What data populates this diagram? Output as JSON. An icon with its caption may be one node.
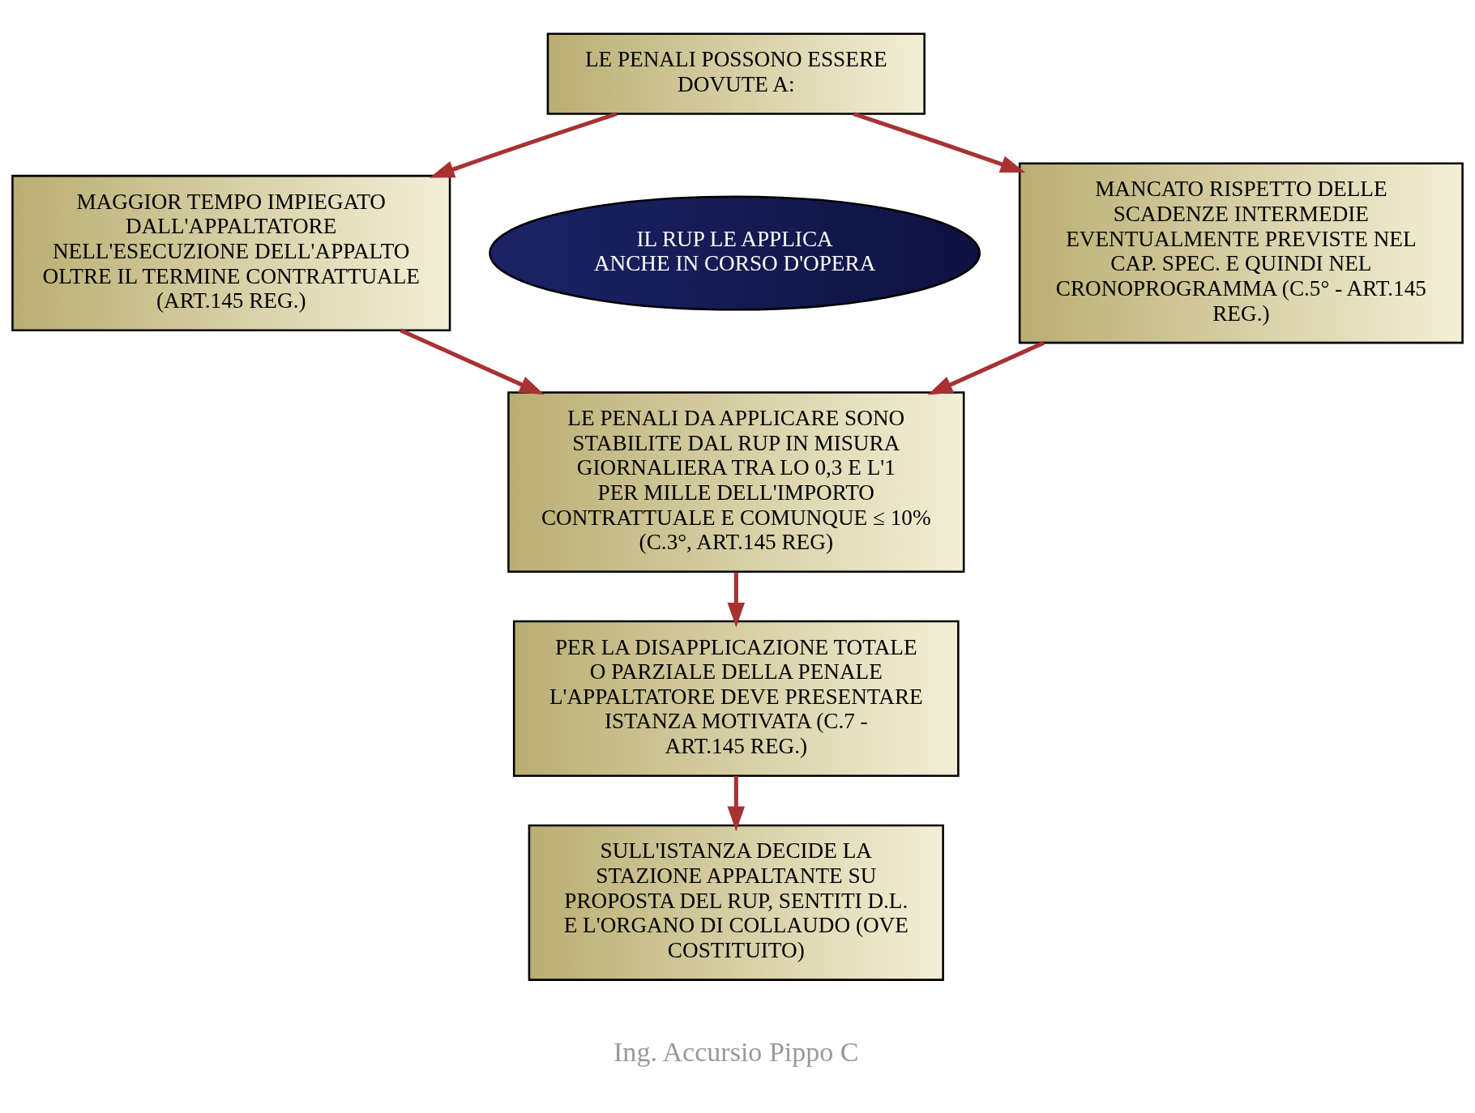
{
  "diagram": {
    "nodes": [
      {
        "text": [
          "LE PENALI POSSONO ESSERE DOVUTE A:"
        ]
      },
      {
        "text": [
          "MAGGIOR TEMPO IMPIEGATO DALL'APPALTATORE NELL'ESECUZIONE DELL'APPALTO OLTRE IL TERMINE CONTRATTUALE (ART.145 REG.)"
        ]
      },
      {
        "text": [
          "IL RUP LE APPLICA ANCHE IN CORSO D'OPERA"
        ]
      },
      {
        "text": [
          "MANCATO RISPETTO DELLE SCADENZE INTERMEDIE EVENTUALMENTE PREVISTE NEL CAP. SPEC. E QUINDI NEL CRONOPROGRAMMA (C.5° - ART.145 REG.)"
        ]
      },
      {
        "text": [
          "LE PENALI DA APPLICARE SONO STABILITE DAL RUP IN MISURA GIORNALIERA TRA LO 0,3 E L'1 PER MILLE DELL'IMPORTO CONTRATTUALE E COMUNQUE ≤ 10% (C.3°, ART.145 REG)"
        ]
      },
      {
        "text": [
          "PER LA DISAPPLICAZIONE TOTALE O PARZIALE DELLA PENALE L'APPALTATORE DEVE PRESENTARE ISTANZA MOTIVATA (C.7 - ART.145 REG.)"
        ]
      },
      {
        "text": [
          "SULL'ISTANZA DECIDE LA STAZIONE APPALTANTE SU PROPOSTA DEL RUP, SENTITI D.L. E L'ORGANO DI COLLAUDO (OVE COSTITUITO)"
        ]
      }
    ],
    "edges": [
      {
        "from": 0,
        "to": 1,
        "arrow": "to"
      },
      {
        "from": 0,
        "to": 3,
        "arrow": "to"
      },
      {
        "from": 1,
        "to": 4,
        "arrow": "to"
      },
      {
        "from": 3,
        "to": 4,
        "arrow": "to"
      },
      {
        "from": 4,
        "to": 5,
        "arrow": "to"
      },
      {
        "from": 5,
        "to": 6,
        "arrow": "to"
      }
    ],
    "labels": [
      "Ing. Accursio Pippo C"
    ]
  }
}
